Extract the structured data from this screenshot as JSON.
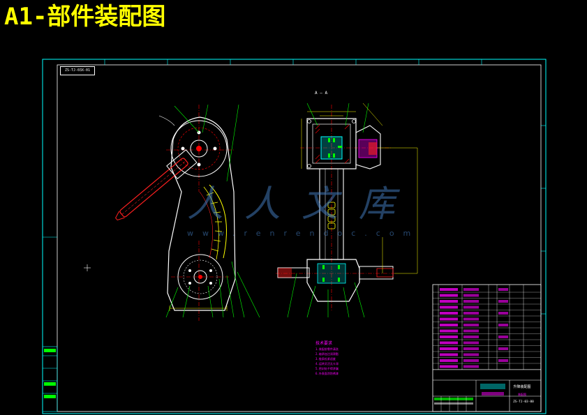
{
  "title": "A1-部件装配图",
  "drawing_code_top": "ZS-TJ-03X-01",
  "section_label": "A — A",
  "watermark": {
    "text": "人人文库",
    "url": "www.renrendoc.com"
  },
  "tech_notes": {
    "heading": "技术要求",
    "lines": [
      "1.装配前零件清洗",
      "2.轴承加注润滑脂",
      "3.链条松紧适度",
      "4.运转灵活无卡滞",
      "5.密封处不得渗漏",
      "6.外表面涂防锈漆"
    ]
  },
  "title_block": {
    "name": "升降装配图",
    "subtitle": "装配图",
    "code": "ZS-TJ-03-00"
  },
  "colors": {
    "background": "#000000",
    "frame": "#00ffff",
    "part": "#ffffff",
    "leader": "#00ff00",
    "center": "#ff0000",
    "dimension": "#ffff00",
    "annotation": "#ff00ff",
    "accent_red": "#ff2020"
  }
}
